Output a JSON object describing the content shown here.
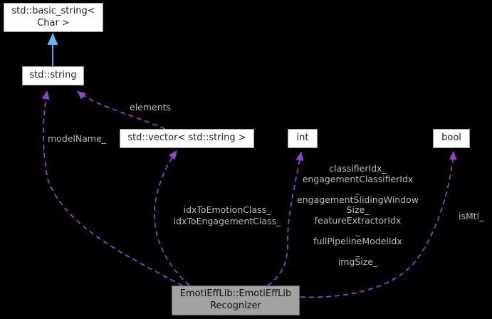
{
  "diagram": {
    "kind": "collaboration-graph",
    "colors": {
      "background": "#000000",
      "node_fill": "#ffffff",
      "node_border": "#9a9a9a",
      "focus_node_fill": "#a2a2a2",
      "node_text": "#1f1f1f",
      "edge_label_text": "#bdbdbd",
      "member_edge": "#9b3fd4",
      "inheritance_edge": "#63b4fa"
    },
    "nodes": {
      "basic_string": {
        "label": "std::basic_string<\nChar >"
      },
      "string": {
        "label": "std::string"
      },
      "vector": {
        "label": "std::vector< std::string >"
      },
      "int_type": {
        "label": "int"
      },
      "bool_type": {
        "label": "bool"
      },
      "recognizer": {
        "label": "EmotiEffLib::EmotiEffLib\nRecognizer"
      }
    },
    "edges": {
      "elements": {
        "label": "elements"
      },
      "model_name": {
        "label": "modelName_"
      },
      "idx_maps": {
        "label": "idxToEmotionClass_\nidxToEngagementClass_"
      },
      "int_members": {
        "label": "classifierIdx_\nengagementClassifierIdx\n_\nengagementSlidingWindow\nSize_\nfeatureExtractorIdx\n_\nfullPipelineModelIdx\n_\nimgSize_"
      },
      "is_mtl": {
        "label": "isMtl_"
      }
    }
  }
}
